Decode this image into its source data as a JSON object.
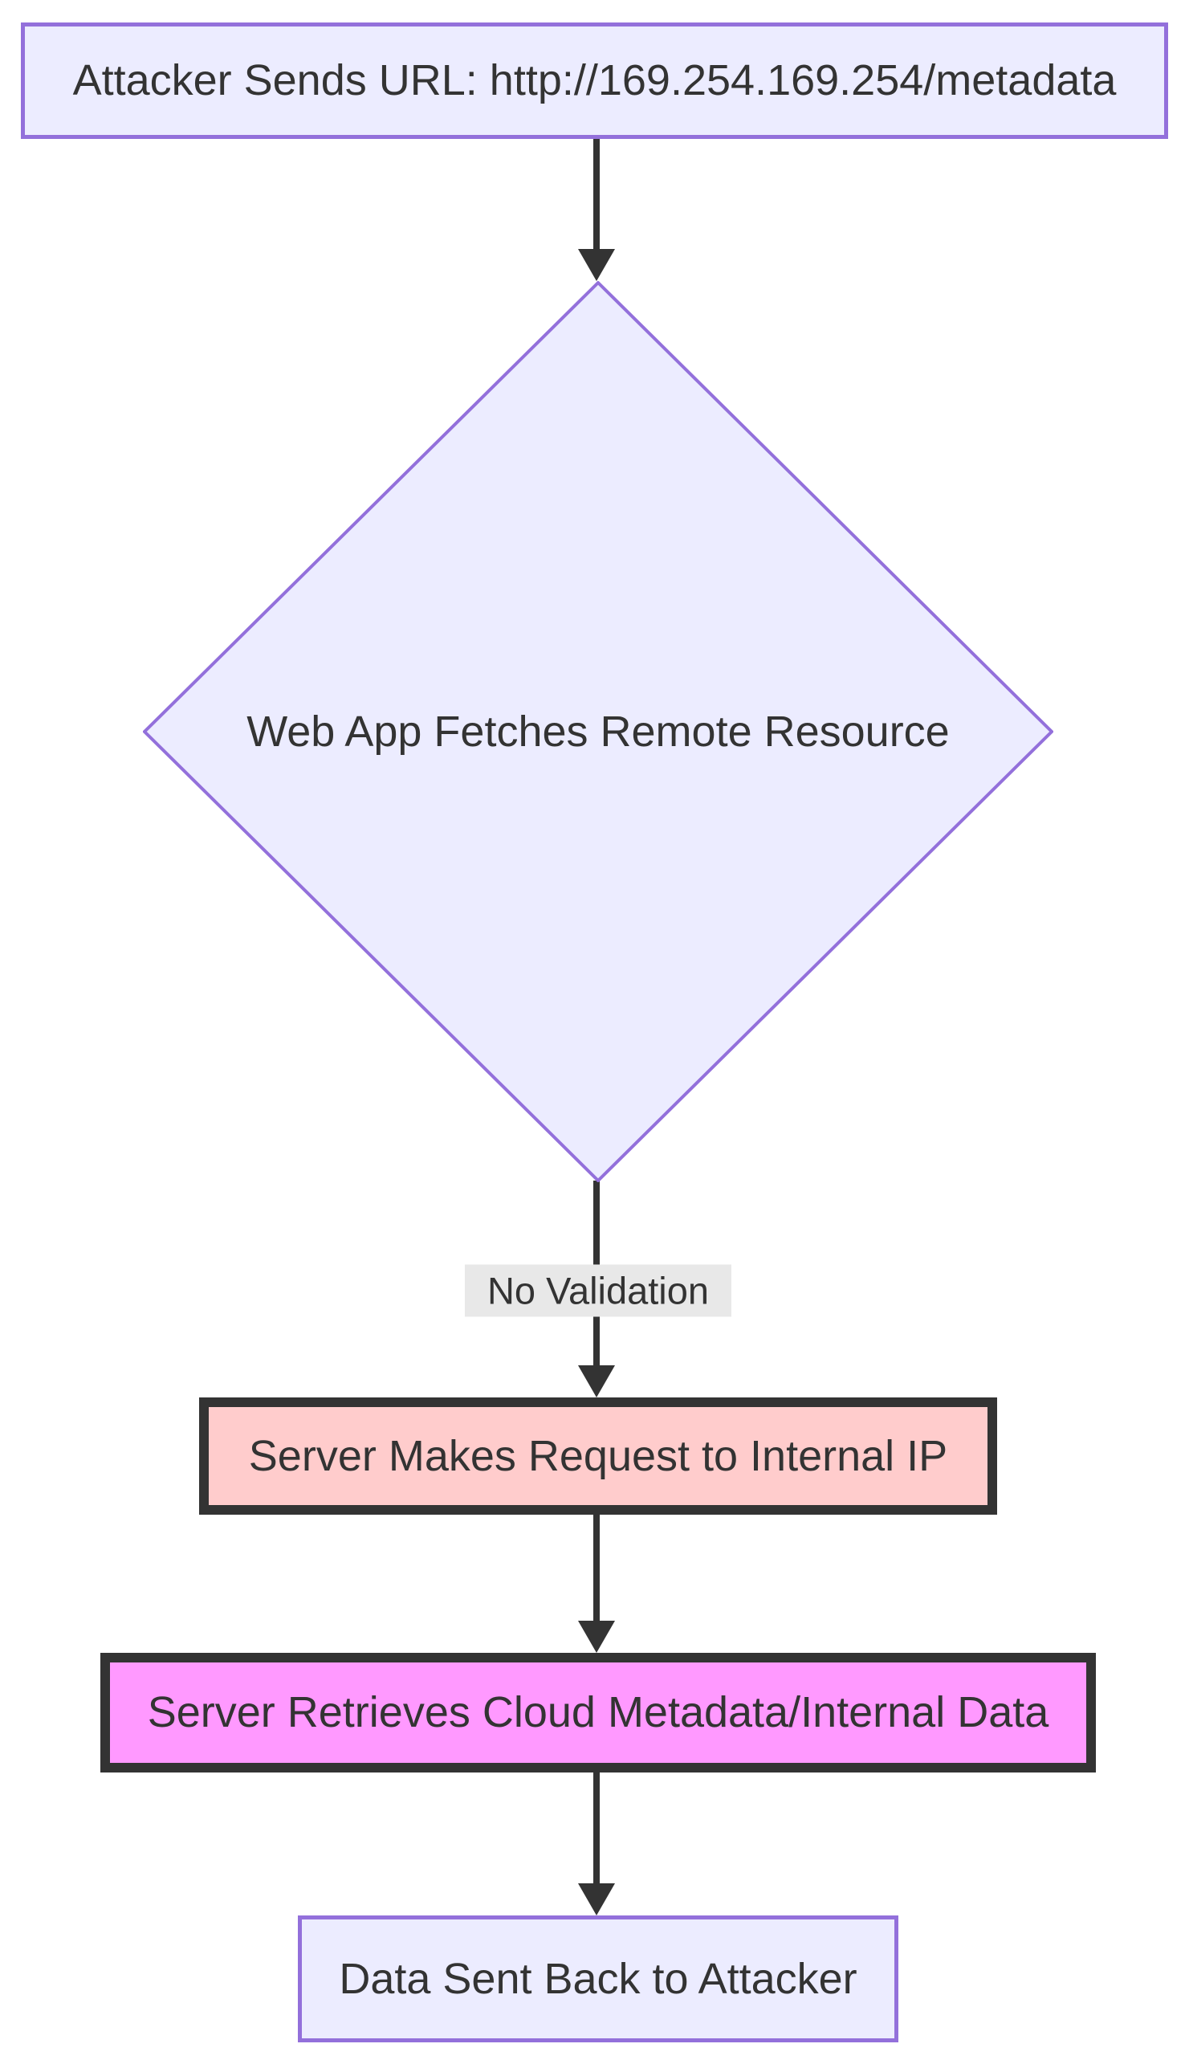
{
  "flowchart": {
    "direction": "top-down",
    "background": "#FFFFFF",
    "text_color": "#333333",
    "edge_color": "#333333",
    "edge_label_background": "#E8E8E8",
    "nodes": [
      {
        "id": "attacker-url",
        "shape": "rectangle",
        "label": "Attacker Sends URL: http://169.254.169.254/metadata",
        "fill": "#ECECFF",
        "border_color": "#9370DB"
      },
      {
        "id": "webapp-fetch",
        "shape": "diamond",
        "label": "Web App Fetches Remote Resource",
        "fill": "#ECECFF",
        "border_color": "#9370DB"
      },
      {
        "id": "internal-request",
        "shape": "rectangle",
        "label": "Server Makes Request to Internal IP",
        "fill": "#FFCCCC",
        "border_color": "#333333"
      },
      {
        "id": "metadata-retrieval",
        "shape": "rectangle",
        "label": "Server Retrieves Cloud Metadata/Internal Data",
        "fill": "#FF99FF",
        "border_color": "#333333"
      },
      {
        "id": "data-exfil",
        "shape": "rectangle",
        "label": "Data Sent Back to Attacker",
        "fill": "#ECECFF",
        "border_color": "#9370DB"
      }
    ],
    "edges": [
      {
        "from": "attacker-url",
        "to": "webapp-fetch",
        "label": ""
      },
      {
        "from": "webapp-fetch",
        "to": "internal-request",
        "label": "No Validation"
      },
      {
        "from": "internal-request",
        "to": "metadata-retrieval",
        "label": ""
      },
      {
        "from": "metadata-retrieval",
        "to": "data-exfil",
        "label": ""
      }
    ]
  }
}
